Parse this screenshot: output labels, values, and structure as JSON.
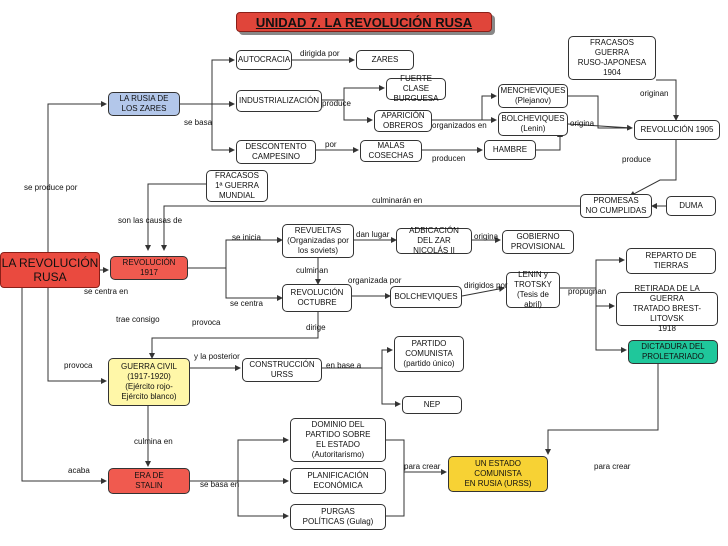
{
  "title": "UNIDAD 7. LA REVOLUCIÓN RUSA",
  "colors": {
    "title": "#e0453a",
    "red": "#f05a4f",
    "blue": "#b3c7ea",
    "yellow": "#fff7a8",
    "gold": "#f7d234",
    "green": "#1fc79b",
    "line": "#333333"
  },
  "root": "LA REVOLUCIÓN\nRUSA",
  "nodes": {
    "rusia_zares": "LA RUSIA DE\nLOS ZARES",
    "autocracia": "AUTOCRACIA",
    "zares": "ZARES",
    "industrializacion": "INDUSTRIALIZACIÓN",
    "fuerte_clase": "FUERTE CLASE\nBURGUESA",
    "aparicion_obreros": "APARICIÓN\nOBREROS",
    "descontento": "DESCONTENTO\nCAMPESINO",
    "malas_cosechas": "MALAS\nCOSECHAS",
    "mencheviques": "MENCHEVIQUES\n(Plejanov)",
    "bolcheviques_lenin": "BOLCHEVIQUES\n(Lenin)",
    "hambre": "HAMBRE",
    "fracasos_japon": "FRACASOS\nGUERRA\nRUSO-JAPONESA\n1904",
    "revolucion_1905": "REVOLUCIÓN 1905",
    "fracasos_mundial": "FRACASOS\n1ª GUERRA\nMUNDIAL",
    "promesas": "PROMESAS\nNO CUMPLIDAS",
    "duma": "DUMA",
    "revueltas": "REVUELTAS\n(Organizadas por\nlos soviets)",
    "abdicacion": "ADBICACIÓN\nDEL ZAR NICOLÁS II",
    "gobierno_provisional": "GOBIERNO\nPROVISIONAL",
    "revolucion_1917": "REVOLUCIÓN\n1917",
    "revolucion_octubre": "REVOLUCIÓN\nOCTUBRE",
    "bolcheviques": "BOLCHEVIQUES",
    "lenin_trotsky": "LENIN y\nTROTSKY\n(Tesis de abril)",
    "reparto_tierras": "REPARTO DE\nTIERRAS",
    "retirada_guerra": "RETIRADA DE LA GUERRA\nTRATADO BREST-LITOVSK\n1918",
    "dictadura": "DICTADURA DEL\nPROLETARIADO",
    "partido_comunista": "PARTIDO\nCOMUNISTA\n(partido único)",
    "guerra_civil": "GUERRA CIVIL\n(1917-1920)\n(Ejército rojo-\nEjército blanco)",
    "construccion_urss": "CONSTRUCCIÓN\nURSS",
    "nep": "NEP",
    "dominio_partido": "DOMINIO DEL\nPARTIDO SOBRE\nEL ESTADO\n(Autoritarismo)",
    "era_stalin": "ERA DE\nSTALIN",
    "planificacion": "PLANIFICACIÓN\nECONÓMICA",
    "estado_comunista": "UN ESTADO\nCOMUNISTA\nEN RUSIA (URSS)",
    "purgas": "PURGAS\nPOLÍTICAS (Gulag)"
  },
  "links": {
    "dirigida_por": "dirigida por",
    "produce_1": "produce",
    "se_basa": "se basa",
    "por": "por",
    "organizados_en": "organizados en",
    "producen": "producen",
    "origina_1": "origina",
    "originan": "originan",
    "produce_2": "produce",
    "se_produce_por": "se produce por",
    "son_las_causas_de": "son las causas de",
    "culminaran_en": "culminarán en",
    "se_inicia": "se inicia",
    "dan_lugar": "dan lugar",
    "origina_2": "origina",
    "culminan": "culminan",
    "organizada_por": "organizada por",
    "dirigidos_por": "dirigidos por",
    "propugnan": "propugnan",
    "se_centra_en": "se centra en",
    "se_centra": "se centra",
    "trae_consigo": "trae consigo",
    "provoca_1": "provoca",
    "dirige": "dirige",
    "provoca_2": "provoca",
    "y_la_posterior": "y la posterior",
    "en_base_a": "en base a",
    "culmina_en": "culmina en",
    "acaba": "acaba",
    "se_basa_en": "se basa en",
    "para_crear_1": "para crear",
    "para_crear_2": "para crear"
  }
}
